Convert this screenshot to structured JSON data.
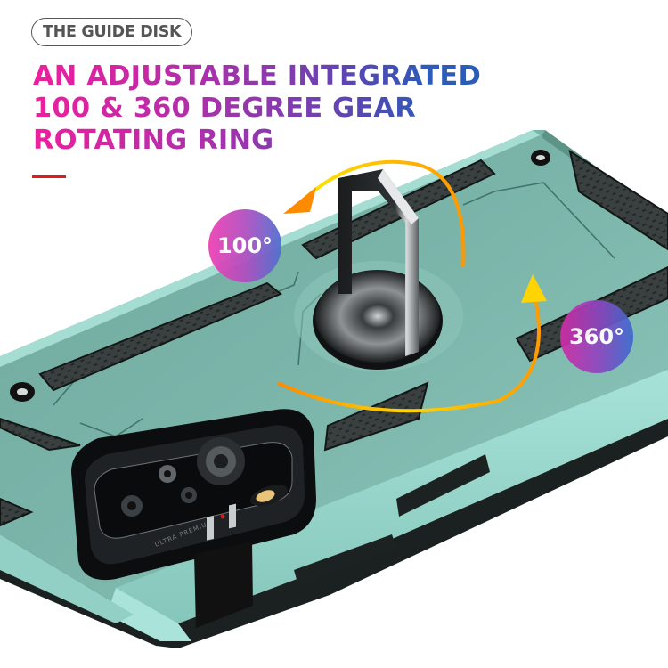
{
  "tag": {
    "label": "THE GUIDE DISK"
  },
  "headline": {
    "lines": [
      "AN ADJUSTABLE INTEGRATED",
      "100 & 360 DEGREE GEAR",
      "ROTATING RING"
    ]
  },
  "accent": {
    "color": "#e01b1b"
  },
  "badges": {
    "tilt": {
      "label": "100°"
    },
    "rotate": {
      "label": "360°"
    }
  },
  "product": {
    "camera_module_label": "ULTRA PREMIUM",
    "case_color": "#7fb9ad",
    "case_highlight": "#a9e3da",
    "arrow_colors": {
      "start": "#ffe000",
      "end": "#ff8a00"
    }
  },
  "colors": {
    "headline_gradient_start": "#ee1f9d",
    "headline_gradient_end": "#2a5cb8",
    "tag_border": "#555555"
  }
}
